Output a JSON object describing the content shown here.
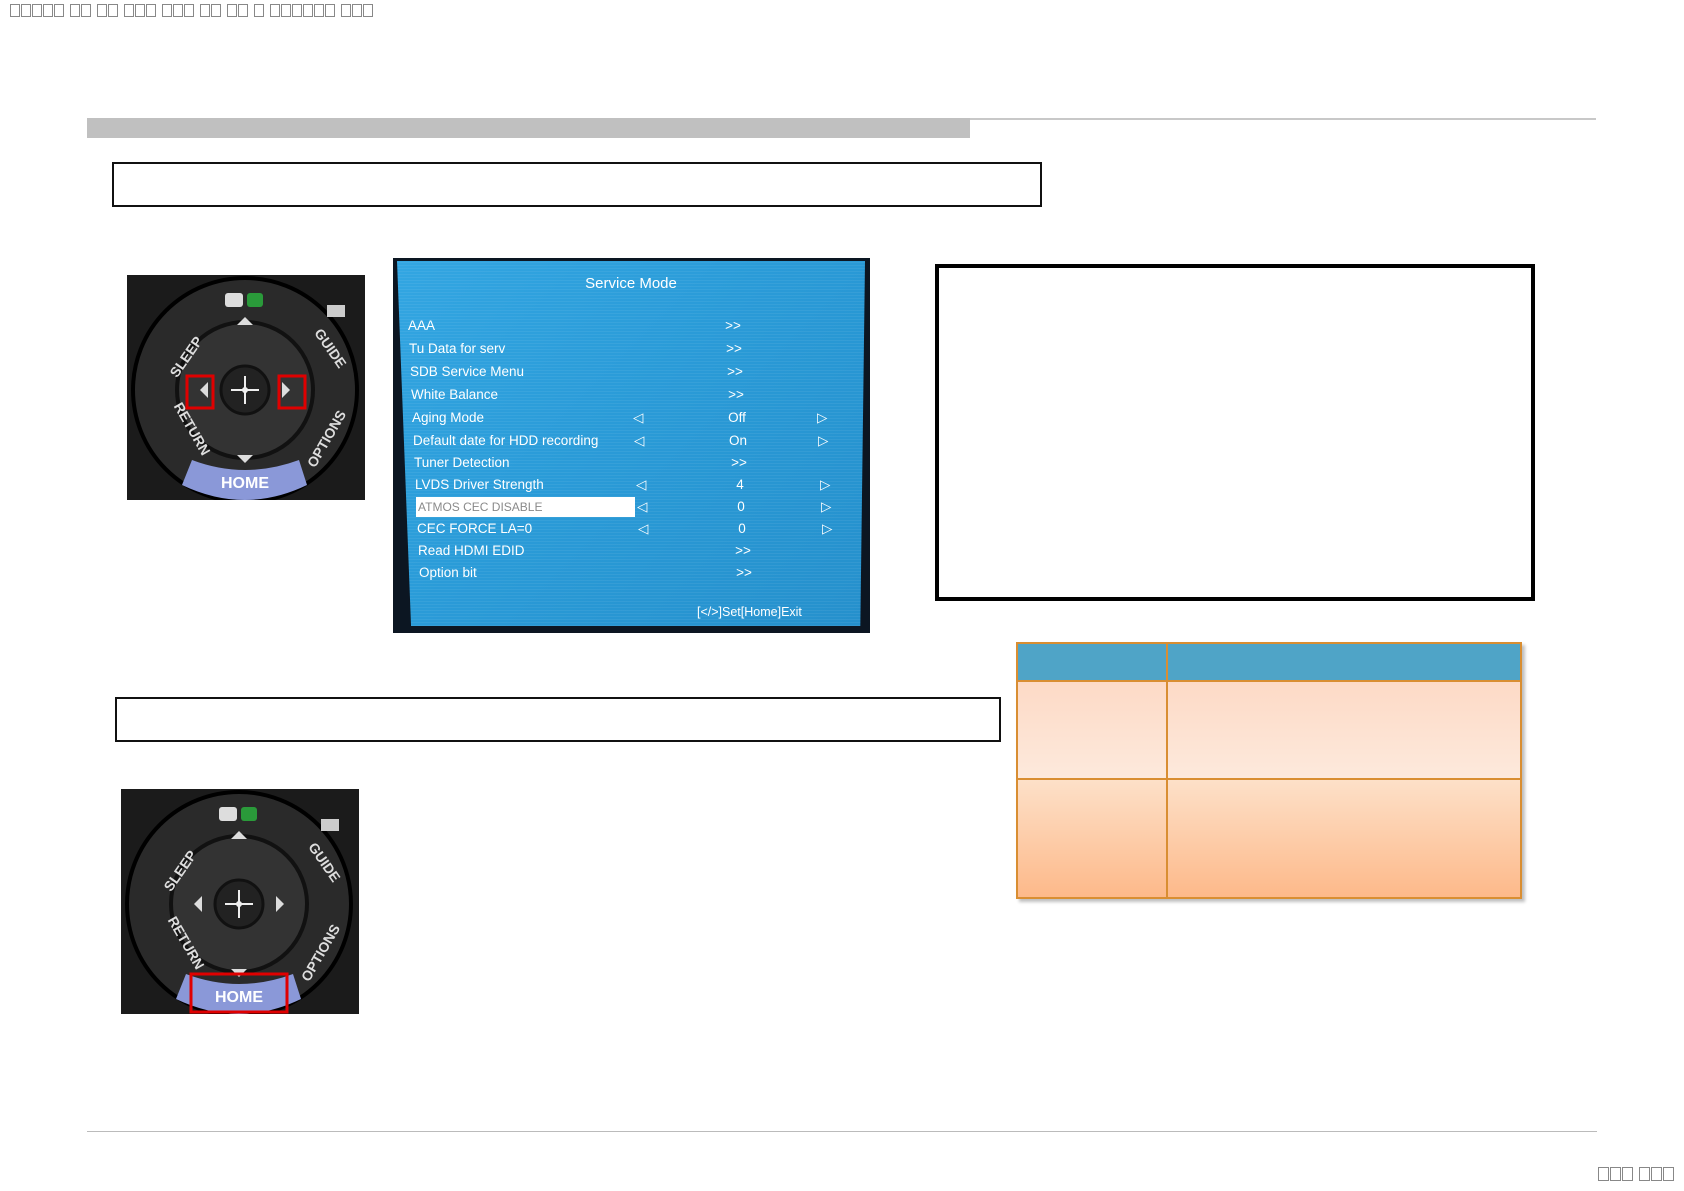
{
  "service_menu": {
    "title": "Service Mode",
    "items": [
      {
        "label": "AAA",
        "left_arrow": "",
        "value": ">>",
        "right_arrow": ""
      },
      {
        "label": "Tu Data for serv",
        "left_arrow": "",
        "value": ">>",
        "right_arrow": ""
      },
      {
        "label": "SDB Service Menu",
        "left_arrow": "",
        "value": ">>",
        "right_arrow": ""
      },
      {
        "label": "White Balance",
        "left_arrow": "",
        "value": ">>",
        "right_arrow": ""
      },
      {
        "label": "Aging Mode",
        "left_arrow": "◁",
        "value": "Off",
        "right_arrow": "▷"
      },
      {
        "label": "Default date for HDD recording",
        "left_arrow": "◁",
        "value": "On",
        "right_arrow": "▷"
      },
      {
        "label": "Tuner Detection",
        "left_arrow": "",
        "value": ">>",
        "right_arrow": ""
      },
      {
        "label": "LVDS Driver Strength",
        "left_arrow": "◁",
        "value": "4",
        "right_arrow": "▷"
      },
      {
        "label": "ATMOS CEC DISABLE",
        "left_arrow": "◁",
        "value": "0",
        "right_arrow": "▷"
      },
      {
        "label": "CEC FORCE LA=0",
        "left_arrow": "◁",
        "value": "0",
        "right_arrow": "▷"
      },
      {
        "label": "Read HDMI EDID",
        "left_arrow": "",
        "value": ">>",
        "right_arrow": ""
      },
      {
        "label": "Option bit",
        "left_arrow": "",
        "value": ">>",
        "right_arrow": ""
      }
    ],
    "footer": "[</>]Set[Home]Exit"
  },
  "remote_labels": {
    "sleep": "SLEEP",
    "guide": "GUIDE",
    "return": "RETURN",
    "options": "OPTIONS",
    "home": "HOME"
  },
  "colors": {
    "highlight": "#e00000",
    "table_header": "#4fa4c7",
    "table_border": "#d98e32",
    "screen_blue": "#2a9bd8"
  }
}
